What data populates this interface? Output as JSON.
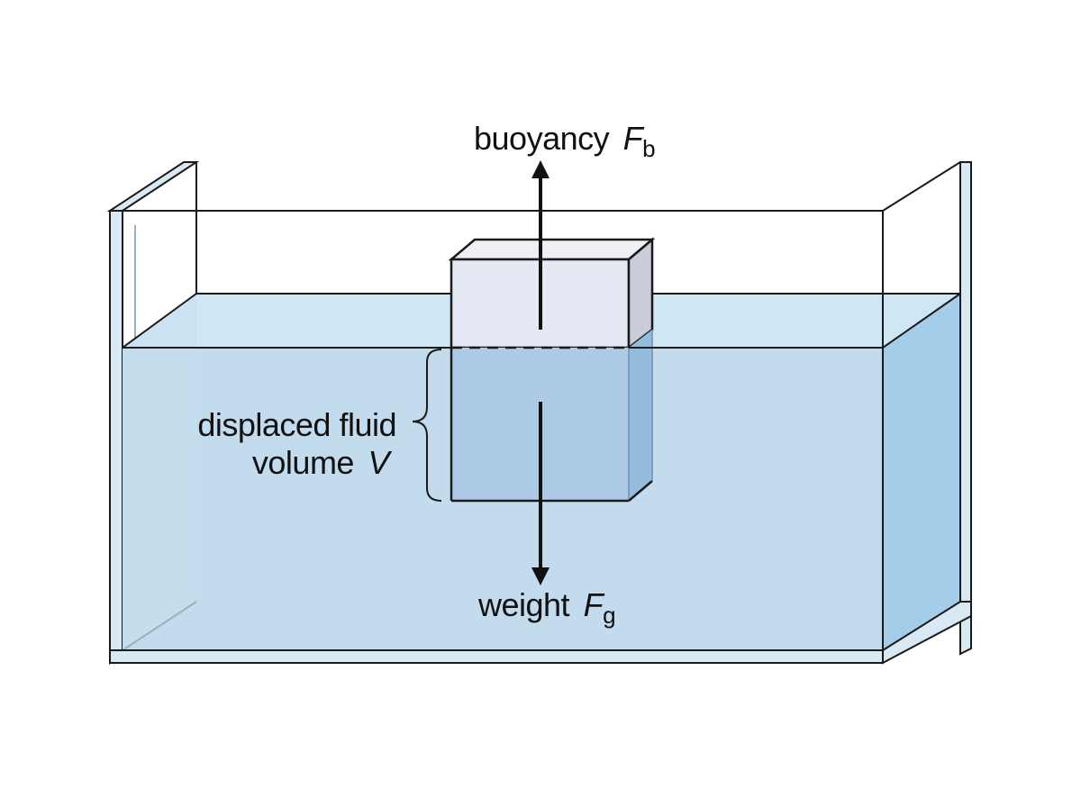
{
  "labels": {
    "buoyancy_word": "buoyancy",
    "buoyancy_symbol": "F",
    "buoyancy_subscript": "b",
    "weight_word": "weight",
    "weight_symbol": "F",
    "weight_subscript": "g",
    "displaced_line1": "displaced fluid",
    "displaced_line2_word": "volume",
    "displaced_line2_symbol": "V"
  },
  "colors": {
    "outline": "#1a1a1a",
    "water_front": "#c2dcee",
    "water_surface": "#cfe6f4",
    "water_side": "#a3cde8",
    "glass_edge": "#d8e9f3",
    "block_top": "#eef0f6",
    "block_front_above": "#e4e9f3",
    "block_side_above": "#c9ccd9",
    "block_front_below": "#adcae6",
    "block_side_below": "#93bcdd"
  }
}
